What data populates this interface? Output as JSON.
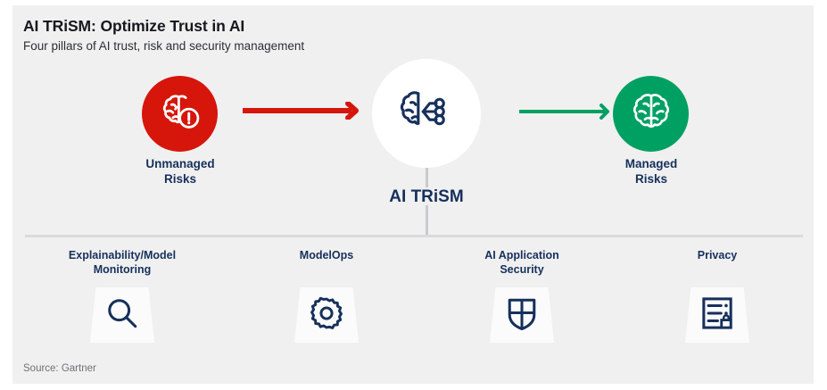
{
  "panel": {
    "background": "#f0f0f0",
    "title": "AI TRiSM: Optimize Trust in AI",
    "subtitle": "Four pillars of AI trust, risk and security management",
    "source": "Source: Gartner"
  },
  "colors": {
    "risk_red": "#d6160b",
    "managed_green": "#00a063",
    "navy_text": "#16305c",
    "divider_gray": "#d9dadc",
    "connector_gray": "#c9cacc",
    "pillar_fill": "#fbfbfb"
  },
  "flow": {
    "nodes": [
      {
        "id": "unmanaged-risks",
        "label": "Unmanaged\nRisks",
        "label_line1": "Unmanaged",
        "label_line2": "Risks",
        "icon": "brain-alert-icon",
        "circle_color": "#d6160b",
        "icon_color": "#ffffff"
      },
      {
        "id": "ai-trism",
        "label": "AI TRiSM",
        "icon": "brain-circuit-icon",
        "circle_color": "#ffffff",
        "icon_color": "#16305c"
      },
      {
        "id": "managed-risks",
        "label": "Managed\nRisks",
        "label_line1": "Managed",
        "label_line2": "Risks",
        "icon": "brain-shielded-icon",
        "circle_color": "#00a063",
        "icon_color": "#ffffff"
      }
    ],
    "arrows": [
      {
        "id": "arrow-unmanaged-to-trism",
        "color": "#d6160b",
        "direction": "right"
      },
      {
        "id": "arrow-trism-to-managed",
        "color": "#00a063",
        "direction": "right"
      }
    ]
  },
  "pillars": [
    {
      "id": "explainability-model-monitoring",
      "label_line1": "Explainability/Model",
      "label_line2": "Monitoring",
      "icon": "magnifier-icon"
    },
    {
      "id": "modelops",
      "label_line1": "ModelOps",
      "label_line2": "",
      "icon": "gear-icon"
    },
    {
      "id": "ai-application-security",
      "label_line1": "AI Application",
      "label_line2": "Security",
      "icon": "shield-icon"
    },
    {
      "id": "privacy",
      "label_line1": "Privacy",
      "label_line2": "",
      "icon": "document-lock-icon"
    }
  ]
}
